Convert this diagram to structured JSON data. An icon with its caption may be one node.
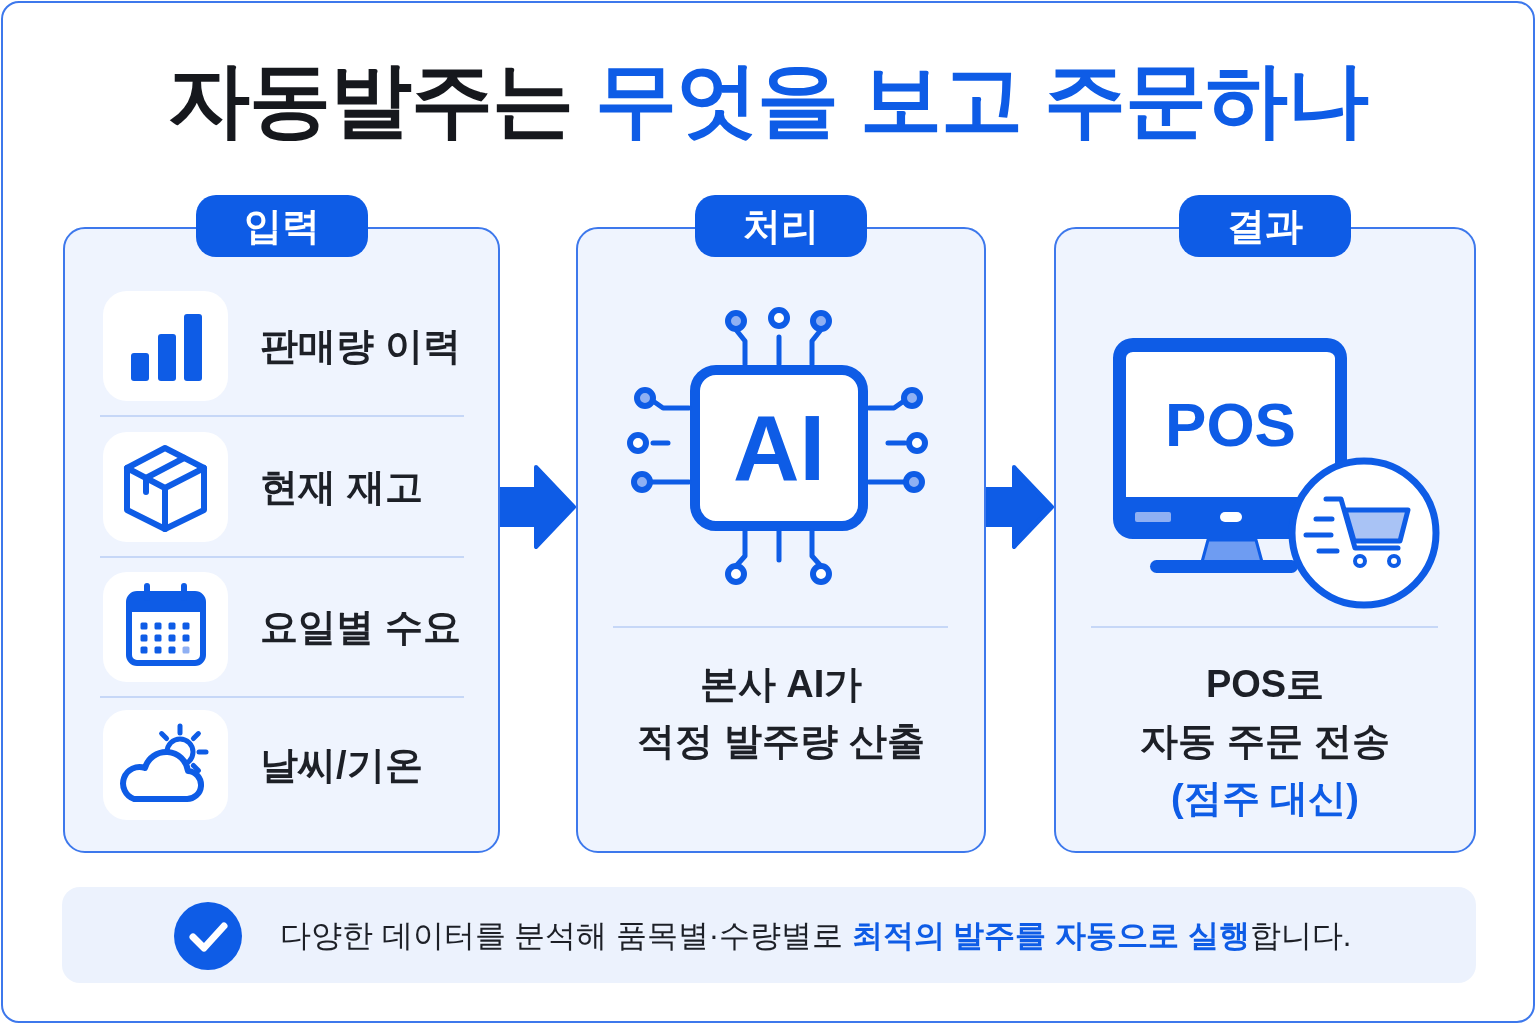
{
  "diagram": {
    "title": "자동발주는 **무엇을 보고 주문하나**",
    "nodes": [
      {
        "text": [
          "입력",
          "판매량 이력",
          "현재 재고",
          "요일별 수요",
          "날씨/기온"
        ]
      },
      {
        "text": [
          "처리",
          "본사 AI가 적정 발주량 산출"
        ]
      },
      {
        "text": [
          "AI"
        ],
        "in": 1
      },
      {
        "text": [
          "결과",
          "POS로 자동 주문 전송",
          "(점주 대신)"
        ]
      },
      {
        "text": [
          "POS"
        ],
        "in": 3
      },
      {
        "text": [
          "다양한 데이터를 분석해 품목별·수량별로 **최적의 발주를 자동으로 실행**합니다."
        ]
      }
    ],
    "edges": [
      {
        "from": 0,
        "to": 1,
        "arrow": "to"
      },
      {
        "from": 1,
        "to": 3,
        "arrow": "to"
      }
    ]
  }
}
